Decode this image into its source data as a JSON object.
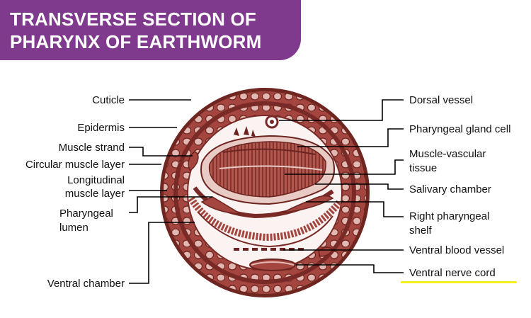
{
  "title": {
    "line1": "TRANSVERSE SECTION OF",
    "line2": "PHARYNX OF EARTHWORM"
  },
  "colors": {
    "banner": "#7f3a8d",
    "tissue_dark": "#7a2a26",
    "tissue_mid": "#a4463f",
    "tissue_light": "#e7c7c0",
    "highlight": "#f6ef1e"
  },
  "labels_left": {
    "cuticle": "Cuticle",
    "epidermis": "Epidermis",
    "muscle_strand": "Muscle strand",
    "circular_muscle": "Circular muscle layer",
    "longitudinal_1": "Longitudinal",
    "longitudinal_2": "muscle layer",
    "pharyngeal_lumen_1": "Pharyngeal",
    "pharyngeal_lumen_2": "lumen",
    "ventral_chamber": "Ventral chamber"
  },
  "labels_right": {
    "dorsal_vessel": "Dorsal vessel",
    "gland_cell": "Pharyngeal gland cell",
    "muscle_vascular_1": "Muscle-vascular",
    "muscle_vascular_2": "tissue",
    "salivary_chamber": "Salivary chamber",
    "right_shelf_1": "Right pharyngeal",
    "right_shelf_2": "shelf",
    "ventral_blood_vessel": "Ventral blood vessel",
    "ventral_nerve_cord": "Ventral nerve cord"
  }
}
